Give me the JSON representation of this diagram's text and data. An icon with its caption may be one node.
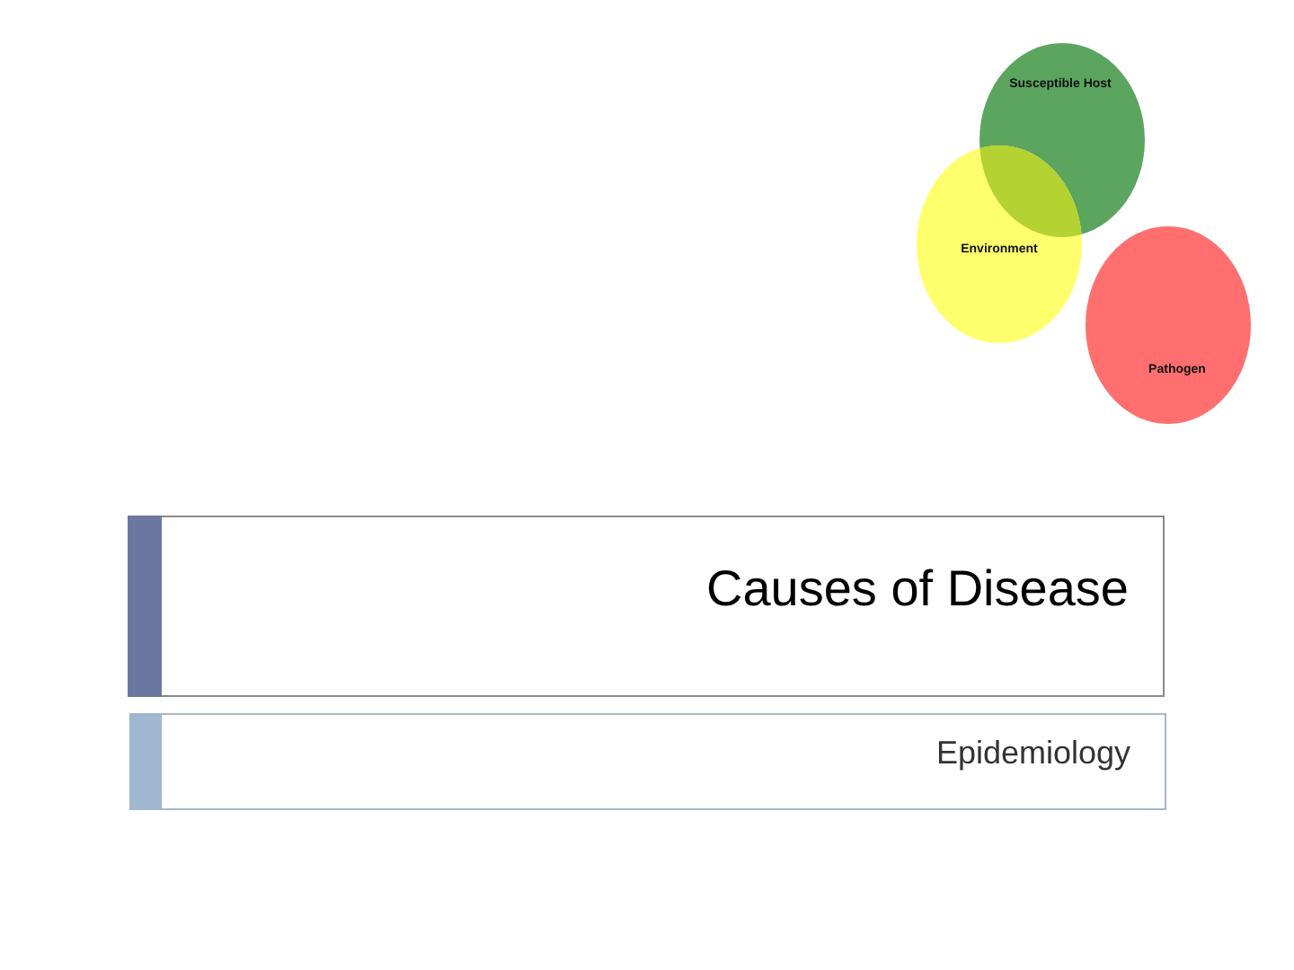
{
  "diagram": {
    "title": "Causes of Disease",
    "nodes": [
      {
        "text": [
          "Susceptible Host"
        ]
      },
      {
        "text": [
          "Environment"
        ]
      },
      {
        "text": [
          "Pathogen"
        ]
      }
    ],
    "labels": [
      "Epidemiology"
    ]
  }
}
